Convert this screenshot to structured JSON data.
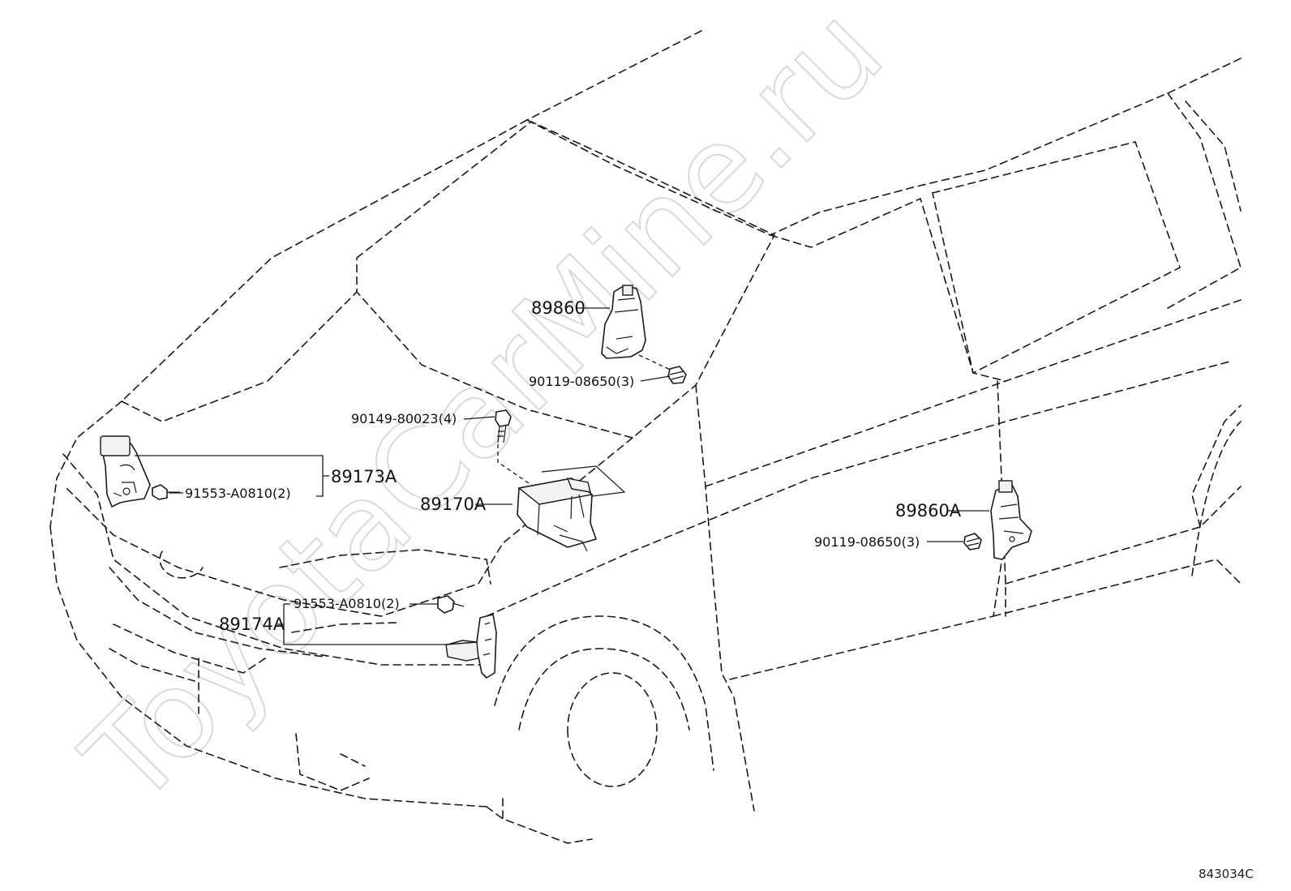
{
  "diagram": {
    "part_labels": {
      "p89860": "89860",
      "p90119_top": "90119-08650(3)",
      "p90149": "90149-80023(4)",
      "p89173A": "89173A",
      "p91553_left": "91553-A0810(2)",
      "p89170A": "89170A",
      "p89860A": "89860A",
      "p90119_right": "90119-08650(3)",
      "p89174A": "89174A",
      "p91553_bottom": "91553-A0810(2)"
    },
    "watermark": "ToyotaCarMine.ru",
    "reference_code": "843034C"
  }
}
